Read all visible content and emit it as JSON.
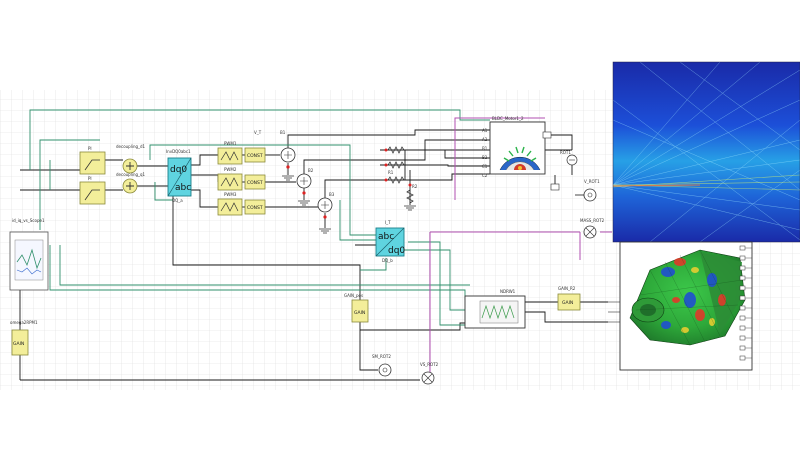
{
  "labels": {
    "decoupling_d": "decoupling_d1",
    "decoupling_q": "decoupling_q1",
    "pi_d": "PI",
    "pi_q": "PI",
    "park_name": "InvDQ0abc1",
    "park_sub": "DQ_a",
    "park_top": "dq0",
    "park_bot": "abc",
    "pwm1": "PWM1",
    "pwm2": "PWM2",
    "pwm3": "PWM3",
    "const1": "CONST",
    "const2": "CONST",
    "const3": "CONST",
    "vt": "V_T",
    "b1": "B1",
    "b2": "B2",
    "b3": "B3",
    "abc_dq0_top": "abc",
    "abc_dq0_bot": "dq0",
    "abc_dq0_name": "I_T",
    "abc_dq0_sub": "DQ_b",
    "motor_name": "BLDC_Motor1_2",
    "rot1": "ROT1",
    "v_rot1": "V_ROT1",
    "mech_rot2": "MASS_ROT2",
    "ndrw": "NDRW1",
    "gain_r2": "GAIN_R2",
    "gain_pos": "GAIN_pos",
    "gain_left": "GAIN",
    "omega": "omega2RPM1",
    "sm_rot2": "SM_ROT2",
    "vs_rot2": "VS_ROT2",
    "idiq_scope": "id_iq_vs_Scope1",
    "gain": "GAIN",
    "pin_a1": "A1",
    "pin_a2": "A2",
    "pin_b1": "B1",
    "pin_b2": "B2",
    "pin_c1": "C1",
    "pin_c2": "C2",
    "r1": "R1",
    "r2": "R2"
  },
  "colors": {
    "block_yellow": "#f3ee9a",
    "block_cyan": "#5fd4e0",
    "wire_dark": "#1a1a1a",
    "wire_green": "#2f8f6b",
    "wire_purple": "#b04fb0",
    "grid": "#dcdcdc"
  },
  "icons": {
    "sum": "sum-junction-icon",
    "pwm": "pwm-signal-icon",
    "source": "voltage-source-icon",
    "resistor": "resistor-icon",
    "ground": "ground-icon",
    "motor": "bldc-motor-icon",
    "rotational": "rotational-source-icon",
    "spectrogram": "spectrogram-image",
    "fea": "fea-mesh-image"
  }
}
